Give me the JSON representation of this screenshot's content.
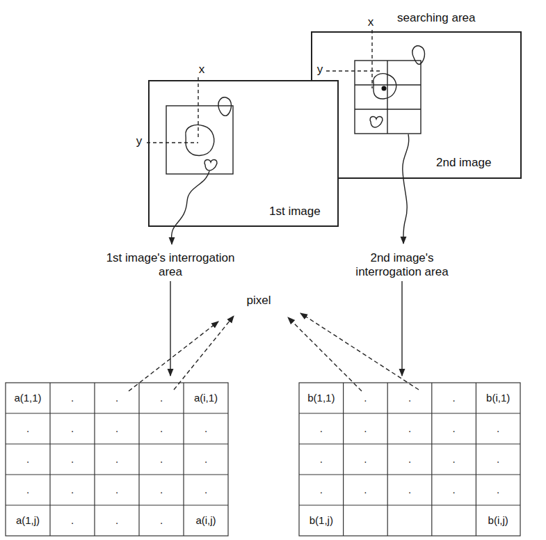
{
  "diagram": {
    "nodes": [
      {
        "text": [
          "1st image"
        ]
      },
      {
        "text": [
          "searching area",
          "2nd image"
        ]
      }
    ],
    "labels": [
      "x",
      "y",
      "x",
      "y",
      "1st image's interrogation area",
      "2nd image's interrogation area",
      "pixel",
      "a(1,1)",
      ".",
      ".",
      ".",
      "a(i,1)",
      ".",
      ".",
      ".",
      ".",
      ".",
      ".",
      ".",
      ".",
      ".",
      ".",
      ".",
      ".",
      ".",
      ".",
      ".",
      "a(1,j)",
      ".",
      ".",
      ".",
      "a(i,j)",
      "b(1,1)",
      ".",
      ".",
      ".",
      "b(i,1)",
      ".",
      ".",
      ".",
      ".",
      ".",
      ".",
      ".",
      ".",
      ".",
      ".",
      ".",
      ".",
      ".",
      ".",
      ".",
      "b(1,j)",
      "b(i,j)"
    ]
  }
}
